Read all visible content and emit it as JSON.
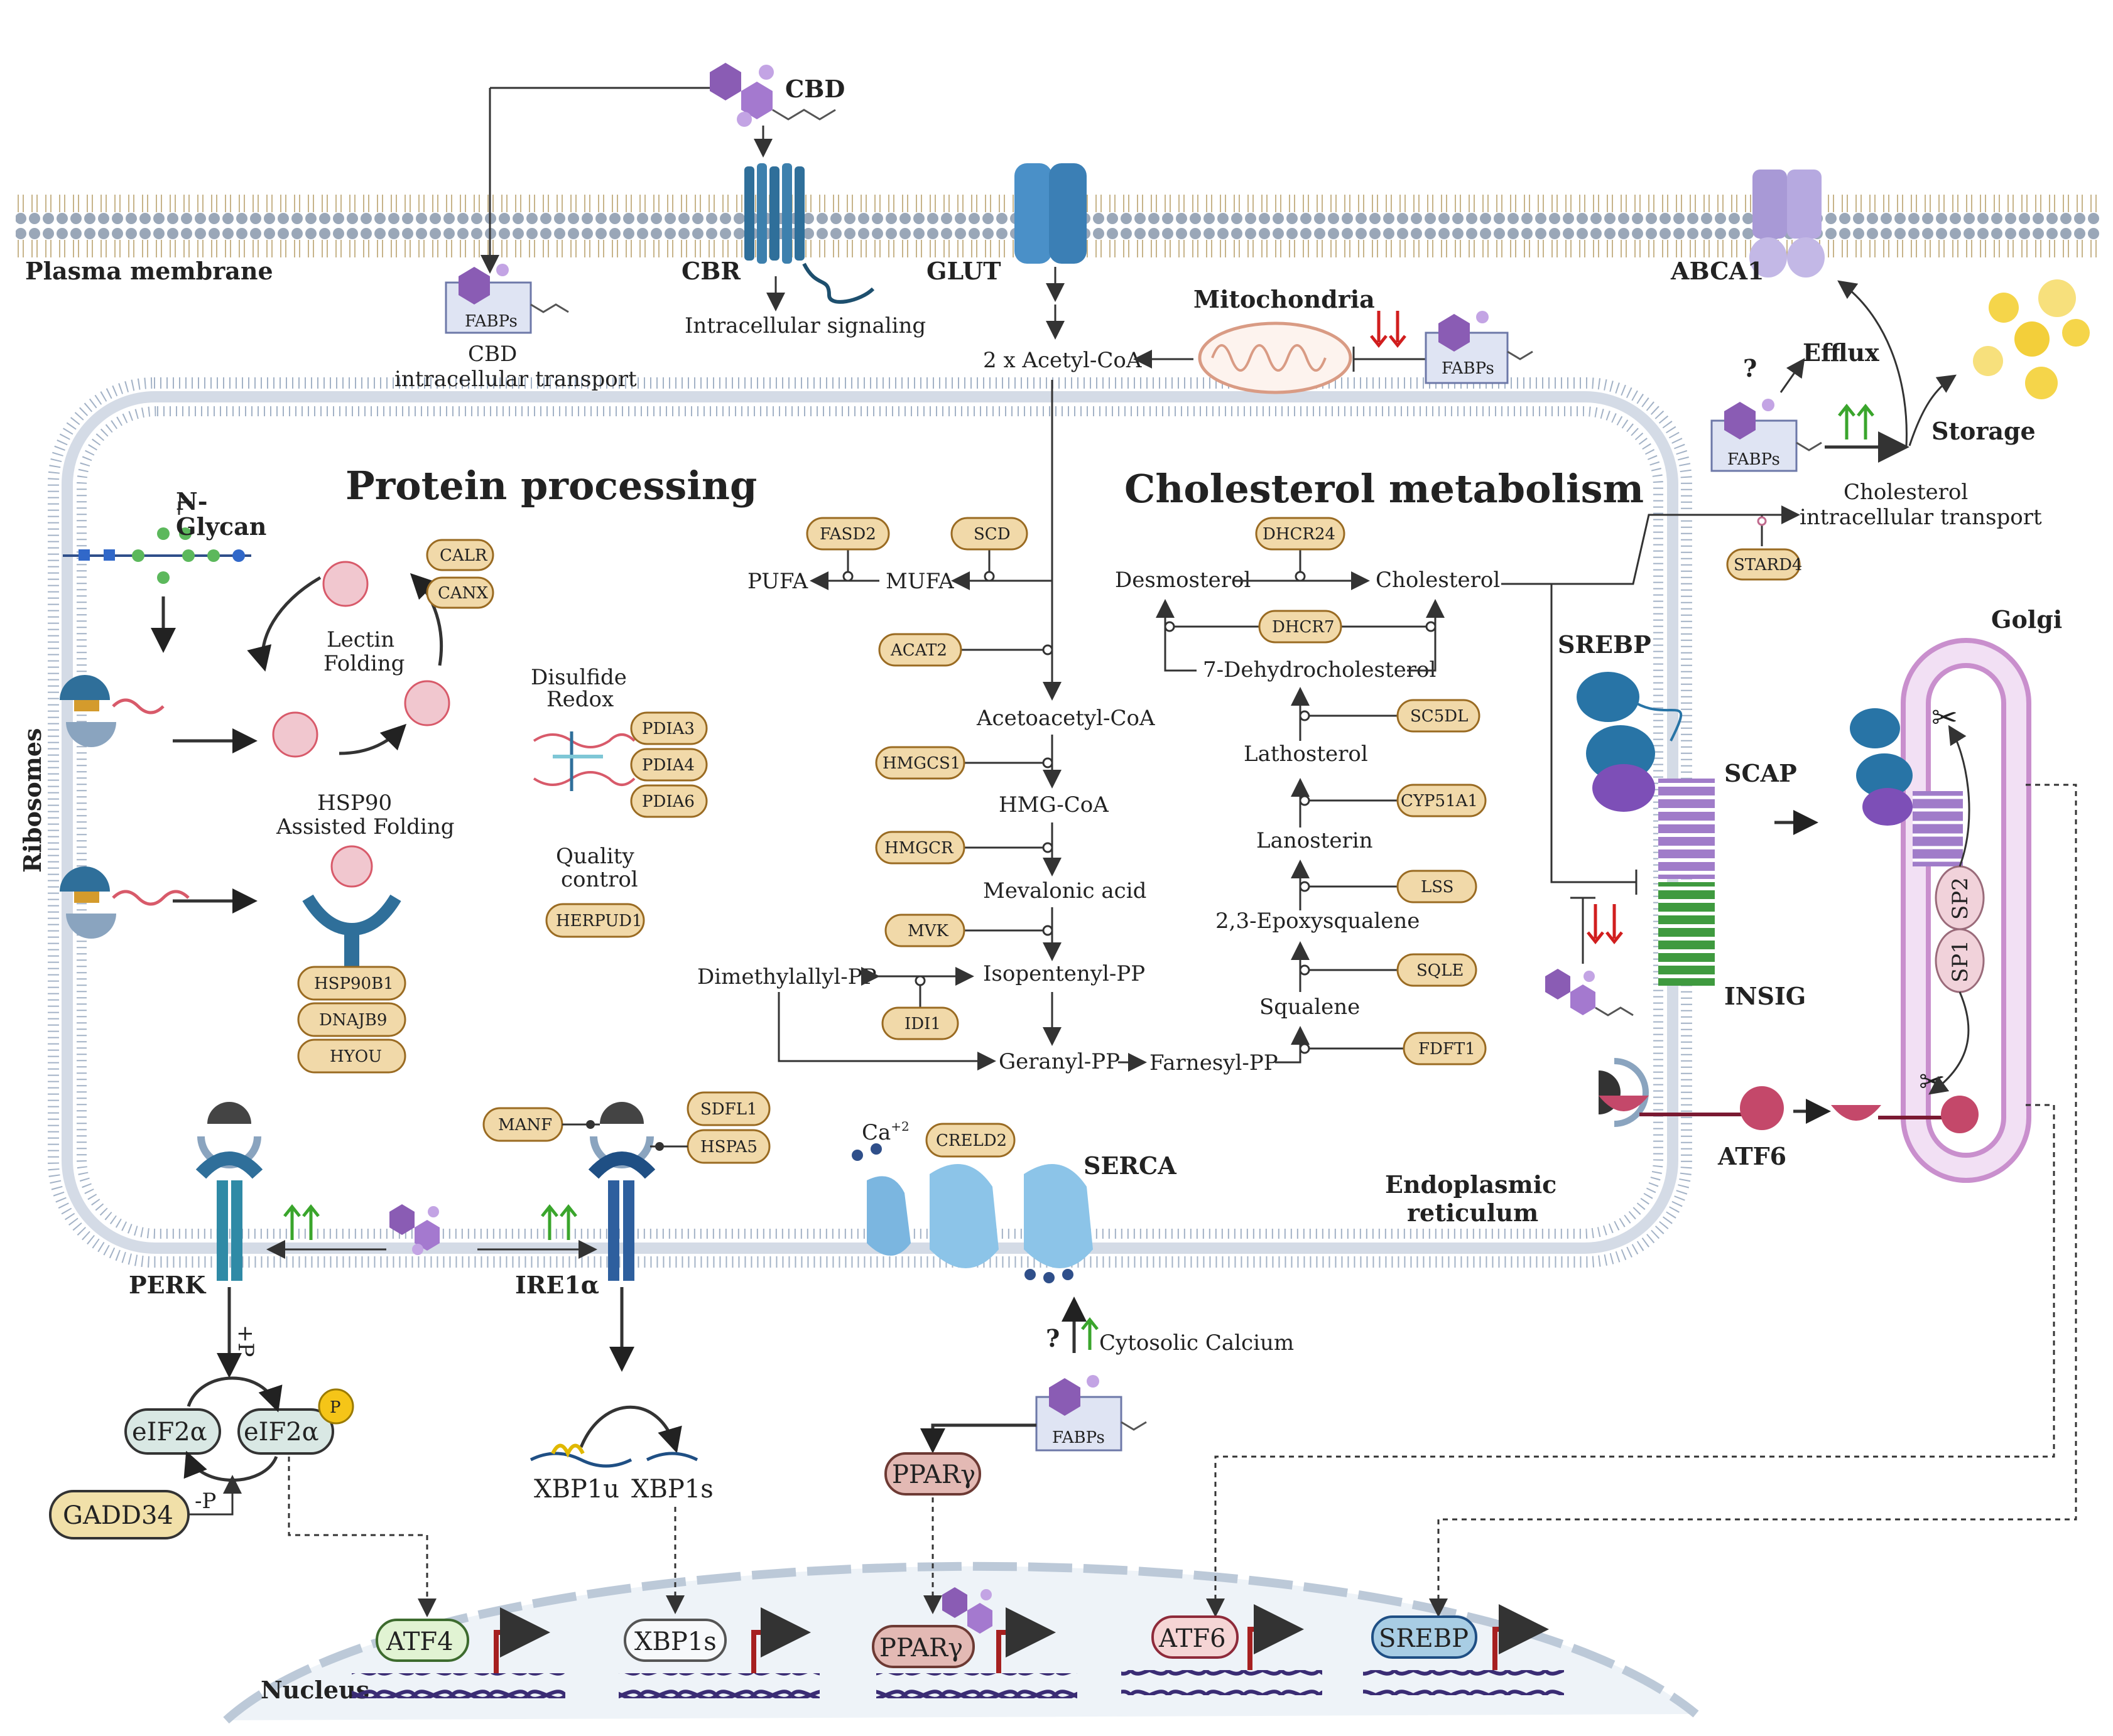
{
  "sections": {
    "protein_processing": "Protein processing",
    "cholesterol_metabolism": "Cholesterol metabolism"
  },
  "labels": {
    "plasma_membrane": "Plasma membrane",
    "cbd": "CBD",
    "cbr": "CBR",
    "intracellular_signaling": "Intracellular signaling",
    "glut": "GLUT",
    "mitochondria": "Mitochondria",
    "abca1": "ABCA1",
    "efflux": "Efflux",
    "storage": "Storage",
    "cbd_transport_1": "CBD",
    "cbd_transport_2": "intracellular transport",
    "chol_transport_1": "Cholesterol",
    "chol_transport_2": "intracellular transport",
    "fabps": "FABPs",
    "n_glycan_1": "N-",
    "n_glycan_2": "Glycan",
    "ribosomes": "Ribosomes",
    "lectin_1": "Lectin",
    "lectin_2": "Folding",
    "hsp90_1": "HSP90",
    "hsp90_2": "Assisted Folding",
    "disulfide_1": "Disulfide",
    "disulfide_2": "Redox",
    "quality_1": "Quality",
    "quality_2": "control",
    "srebp": "SREBP",
    "scap": "SCAP",
    "insig": "INSIG",
    "golgi": "Golgi",
    "atf6": "ATF6",
    "sp1": "SP1",
    "sp2": "SP2",
    "er_1": "Endoplasmic",
    "er_2": "reticulum",
    "perk": "PERK",
    "ire1a": "IRE1α",
    "serca": "SERCA",
    "ca": "Ca",
    "ca_sup": "+2",
    "cytosolic_calcium": "Cytosolic Calcium",
    "question": "?",
    "plus_p": "+P",
    "minus_p": "-P",
    "p": "P",
    "xbp1u": "XBP1u",
    "xbp1s": "XBP1s",
    "nucleus": "Nucleus"
  },
  "metabolites": {
    "acetyl_coa": "2 x Acetyl-CoA",
    "pufa": "PUFA",
    "mufa": "MUFA",
    "acetoacetyl_coa": "Acetoacetyl-CoA",
    "hmg_coa": "HMG-CoA",
    "mevalonic_acid": "Mevalonic acid",
    "dimethylallyl_pp": "Dimethylallyl-PP",
    "isopentenyl_pp": "Isopentenyl-PP",
    "geranyl_pp": "Geranyl-PP",
    "farnesyl_pp": "Farnesyl-PP",
    "squalene": "Squalene",
    "epoxysqualene": "2,3-Epoxysqualene",
    "lanosterin": "Lanosterin",
    "lathosterol": "Lathosterol",
    "dehydrocholesterol": "7-Dehydrocholesterol",
    "desmosterol": "Desmosterol",
    "cholesterol": "Cholesterol"
  },
  "enzymes": {
    "fasd2": "FASD2",
    "scd": "SCD",
    "acat2": "ACAT2",
    "hmgcs1": "HMGCS1",
    "hmgcr": "HMGCR",
    "mvk": "MVK",
    "idi1": "IDI1",
    "dhcr24": "DHCR24",
    "dhcr7": "DHCR7",
    "sc5dl": "SC5DL",
    "cyp51a1": "CYP51A1",
    "lss": "LSS",
    "sqle": "SQLE",
    "fdft1": "FDFT1",
    "stard4": "STARD4",
    "calr": "CALR",
    "canx": "CANX",
    "pdia3": "PDIA3",
    "pdia4": "PDIA4",
    "pdia6": "PDIA6",
    "herpud1": "HERPUD1",
    "hsp90b1": "HSP90B1",
    "dnajb9": "DNAJB9",
    "hyou": "HYOU",
    "manf": "MANF",
    "sdfl1": "SDFL1",
    "hspa5": "HSPA5",
    "creld2": "CRELD2"
  },
  "factors": {
    "eif2a": "eIF2α",
    "eif2a_p": "eIF2α",
    "gadd34": "GADD34",
    "ppar": "PPARγ"
  },
  "nucleus": {
    "atf4": "ATF4",
    "xbp1s": "XBP1s",
    "ppar": "PPARγ",
    "atf6": "ATF6",
    "srebp": "SREBP"
  },
  "colors": {
    "membrane_head": "#9aa7b8",
    "er_head": "#a3b2c6",
    "enzyme_fill": "#f1d9a9",
    "cbd_purple": "#8a5cb4",
    "receptor_blue": "#2f6f9a",
    "golgi": "#c98fcd",
    "up_arrow": "#3aa52c",
    "down_arrow": "#d11e1e",
    "promoter_arrow": "#a62020"
  }
}
